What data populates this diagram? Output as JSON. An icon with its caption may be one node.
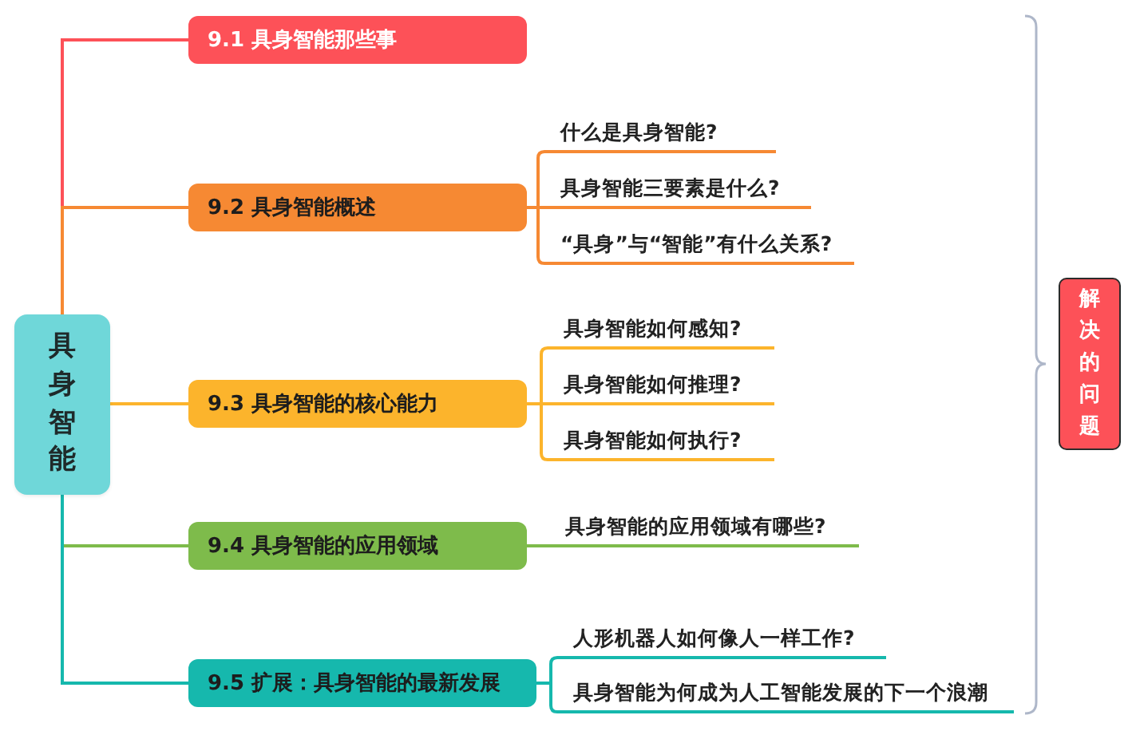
{
  "diagram": {
    "nodes": [
      {
        "text": [
          "具身智能"
        ]
      },
      {
        "text": [
          "9.1 具身智能那些事"
        ]
      },
      {
        "text": [
          "9.2 具身智能概述"
        ]
      },
      {
        "text": [
          "什么是具身智能?"
        ]
      },
      {
        "text": [
          "具身智能三要素是什么?"
        ]
      },
      {
        "text": [
          "“具身”与“智能”有什么关系?"
        ]
      },
      {
        "text": [
          "9.3 具身智能的核心能力"
        ]
      },
      {
        "text": [
          "具身智能如何感知?"
        ]
      },
      {
        "text": [
          "具身智能如何推理?"
        ]
      },
      {
        "text": [
          "具身智能如何执行?"
        ]
      },
      {
        "text": [
          "9.4 具身智能的应用领域"
        ]
      },
      {
        "text": [
          "具身智能的应用领域有哪些?"
        ]
      },
      {
        "text": [
          "9.5 扩展：具身智能的最新发展"
        ]
      },
      {
        "text": [
          "人形机器人如何像人一样工作?"
        ]
      },
      {
        "text": [
          "具身智能为何成为人工智能发展的下一个浪潮"
        ]
      },
      {
        "text": [
          "解决的问题"
        ]
      }
    ],
    "edges": [
      {
        "from": 0,
        "to": 1,
        "arrow": "none",
        "color": "#fd5158"
      },
      {
        "from": 0,
        "to": 2,
        "arrow": "none",
        "color": "#f68933"
      },
      {
        "from": 0,
        "to": 6,
        "arrow": "none",
        "color": "#fcb42c"
      },
      {
        "from": 0,
        "to": 10,
        "arrow": "none",
        "color": "#7ebb4b"
      },
      {
        "from": 0,
        "to": 12,
        "arrow": "none",
        "color": "#16b8ad"
      },
      {
        "from": 2,
        "to": 3,
        "arrow": "none",
        "color": "#f68933"
      },
      {
        "from": 2,
        "to": 4,
        "arrow": "none",
        "color": "#f68933"
      },
      {
        "from": 2,
        "to": 5,
        "arrow": "none",
        "color": "#f68933"
      },
      {
        "from": 6,
        "to": 7,
        "arrow": "none",
        "color": "#fcb42c"
      },
      {
        "from": 6,
        "to": 8,
        "arrow": "none",
        "color": "#fcb42c"
      },
      {
        "from": 6,
        "to": 9,
        "arrow": "none",
        "color": "#fcb42c"
      },
      {
        "from": 10,
        "to": 11,
        "arrow": "none",
        "color": "#7ebb4b"
      },
      {
        "from": 12,
        "to": 13,
        "arrow": "none",
        "color": "#16b8ad"
      },
      {
        "from": 12,
        "to": 14,
        "arrow": "none",
        "color": "#16b8ad"
      }
    ]
  }
}
